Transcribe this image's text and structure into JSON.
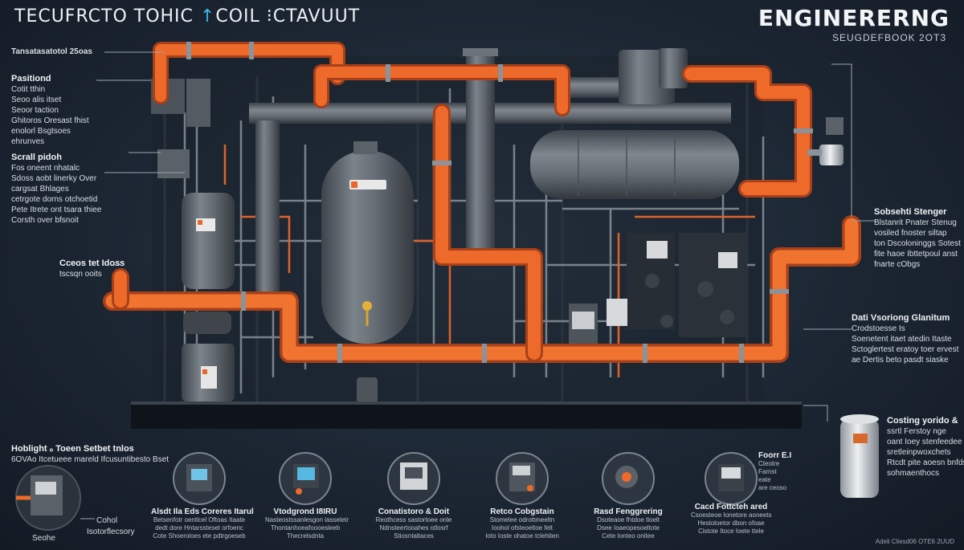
{
  "header": {
    "title_left": "TECUFRCTO TOHIC",
    "title_left_mark": "↑",
    "title_left_rest": "COIL ⁝CTAVUUT",
    "title_right": "ENGINERERNG",
    "subtitle_right": "SEUGDEFBOOK 2OT3"
  },
  "left_notes": {
    "top": "Tansatasatotol 25oas",
    "block1": {
      "heading": "Pasitiond",
      "lines": [
        "Cotit tthin",
        "Seoo alis itset",
        "Seoor taction",
        "Ghitoros Oresast fhist",
        "enolorl Bsgtsoes",
        "ehrunves"
      ]
    },
    "block2": {
      "heading": "Scrall pidoh",
      "lines": [
        "Fos oneent nhatalc",
        "Sdoss aobt linerky Over",
        "cargsat Bhlages",
        "cetrgote dorns otchoetid",
        "Pete Itrete ont tsara thiee",
        "Corsth over bfsnoit"
      ]
    },
    "block3": {
      "heading": "Cceos tet Idoss",
      "lines": [
        "tscsqn ooits"
      ]
    }
  },
  "right_notes": {
    "block1": {
      "heading": "Sobsehti Stenger",
      "lines": [
        "Blstanrit Pnater Stenug",
        "vosiled fnoster siltap",
        "ton Dscoloninggs Sotest",
        "fite haoe Ibttetpoul anst",
        "fnarte cObgs"
      ]
    },
    "block2": {
      "heading": "Dati Vsoriong Glanitum",
      "lines": [
        "Crodstoesse Is",
        "Soenetent itaet atedin Itaste",
        "Sctoglertest eratoy toer ervest",
        "ae Dertis beto pasdt siaske"
      ]
    },
    "block3": {
      "heading": "Costing yorido &",
      "lines": [
        "ssrtl Ferstoy nge",
        "oant Ioey stenfeedee",
        "sretleinpwoxchets",
        "Rtcdt pite aoesn bnfds",
        "sohmaenthocs"
      ]
    }
  },
  "bottom_left": {
    "heading": "Hoblight ₒ Toeen Setbet tnlos",
    "line": "6OVAo Itcetueee mareld Ifcusuntibesto Bset",
    "label_a": "Cohol",
    "label_b": "Isotorflecsory",
    "label_c": "Seohe"
  },
  "thumbnails": [
    {
      "label": "Alsdt Ila Eds Coreres Itarul",
      "desc": [
        "Betsenfotr oentlcel Oftoas Itaate",
        "dedt dore Hntarssteset orfoenc",
        "Cote Shoeroloes ete pdtrgoeseb"
      ]
    },
    {
      "label": "Vtodgrond I8IRU",
      "desc": [
        "Nasteostssanlesgon lasseletr",
        "Thontanhoeafoooesleeb",
        "Thecrelsdnta"
      ]
    },
    {
      "label": "Conatistoro & Doit",
      "desc": [
        "Reothcess sastortoee onle",
        "Ndnsteertooahes otlosrf",
        "Stiosntaltaces"
      ]
    },
    {
      "label": "Retco Cobgstain",
      "desc": [
        "Stomelee odrottmeeltn",
        "Ioohol ofsteoeltoe felt",
        "Ioto Ioste ohatoe tclehiten"
      ]
    },
    {
      "label": "Rasd Fenggrering",
      "desc": [
        "Dsoteaoe fhtdoe tloelt",
        "Dsee Ioaeopesoeltote",
        "Cete Ionteo onitee"
      ]
    },
    {
      "label": "Cacd Fottcteh ared",
      "desc": [
        "Csoesteoe Ionetore aoneets",
        "Hestoloetor dbon ofoae",
        "Cistote Itoce Ioete ttele"
      ]
    },
    {
      "label": "Foorr E.I",
      "desc": [
        "Cteotre",
        "Farnst",
        "eate",
        "are ceoso"
      ]
    }
  ],
  "credit": "Adeli Cliesd06 OTE6 2UUD",
  "colors": {
    "pipe_orange": "#ee6a2a",
    "pipe_gray": "#5c636b",
    "tank_gray": "#5f666d",
    "accent_blue": "#3fb6e8"
  }
}
